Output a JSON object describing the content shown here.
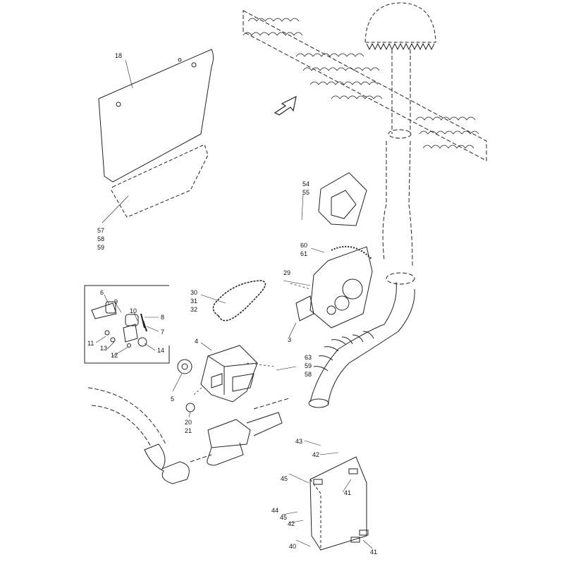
{
  "diagram": {
    "flow_arrow": "arrow-icon",
    "callouts": [
      {
        "id": "c18",
        "label": "18"
      },
      {
        "id": "c57",
        "label": "57"
      },
      {
        "id": "c58a",
        "label": "58"
      },
      {
        "id": "c59a",
        "label": "59"
      },
      {
        "id": "c54",
        "label": "54"
      },
      {
        "id": "c55",
        "label": "55"
      },
      {
        "id": "c60",
        "label": "60"
      },
      {
        "id": "c61",
        "label": "61"
      },
      {
        "id": "c29",
        "label": "29"
      },
      {
        "id": "c30",
        "label": "30"
      },
      {
        "id": "c31",
        "label": "31"
      },
      {
        "id": "c32",
        "label": "32"
      },
      {
        "id": "c3",
        "label": "3"
      },
      {
        "id": "c6",
        "label": "6"
      },
      {
        "id": "c9",
        "label": "9"
      },
      {
        "id": "c10",
        "label": "10"
      },
      {
        "id": "c8",
        "label": "8"
      },
      {
        "id": "c7",
        "label": "7"
      },
      {
        "id": "c11",
        "label": "11"
      },
      {
        "id": "c13",
        "label": "13"
      },
      {
        "id": "c12",
        "label": "12"
      },
      {
        "id": "c14",
        "label": "14"
      },
      {
        "id": "c4",
        "label": "4"
      },
      {
        "id": "c5",
        "label": "5"
      },
      {
        "id": "c20",
        "label": "20"
      },
      {
        "id": "c21",
        "label": "21"
      },
      {
        "id": "c63",
        "label": "63"
      },
      {
        "id": "c59b",
        "label": "59"
      },
      {
        "id": "c58b",
        "label": "58"
      },
      {
        "id": "c43",
        "label": "43"
      },
      {
        "id": "c42a",
        "label": "42"
      },
      {
        "id": "c45a",
        "label": "45"
      },
      {
        "id": "c41a",
        "label": "41"
      },
      {
        "id": "c44",
        "label": "44"
      },
      {
        "id": "c45b",
        "label": "45"
      },
      {
        "id": "c42b",
        "label": "42"
      },
      {
        "id": "c40",
        "label": "40"
      },
      {
        "id": "c41b",
        "label": "41"
      }
    ]
  }
}
